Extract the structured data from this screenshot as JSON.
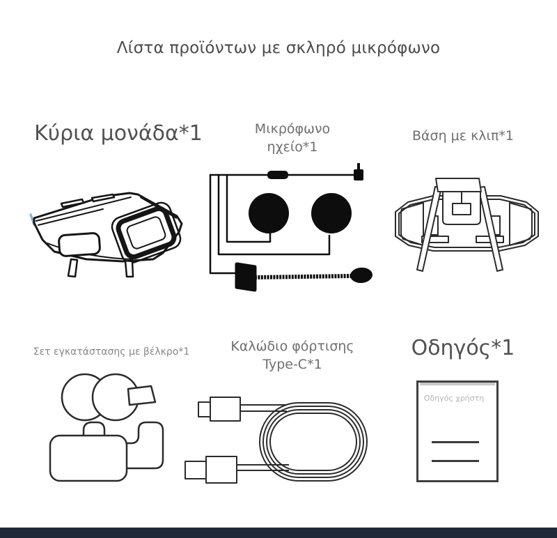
{
  "title": "Λίστα προϊόντων με σκληρό μικρόφωνο",
  "items": {
    "main_unit": {
      "label": "Κύρια μονάδα*1"
    },
    "speaker_mic": {
      "line1": "Μικρόφωνο",
      "line2": "ηχείο*1"
    },
    "clip_mount": {
      "label": "Βάση με κλιπ*1"
    },
    "velcro_kit": {
      "label": "Σετ εγκατάστασης με βέλκρο*1"
    },
    "charging_cable": {
      "line1": "Καλώδιο φόρτισης",
      "line2": "Type-C*1"
    },
    "guide": {
      "label": "Οδηγός*1",
      "cover_text": "Οδηγός χρήστη"
    }
  },
  "colors": {
    "ink": "#151515",
    "accent_blue": "#8ab5da",
    "bottom_bar": "#1f2937"
  }
}
